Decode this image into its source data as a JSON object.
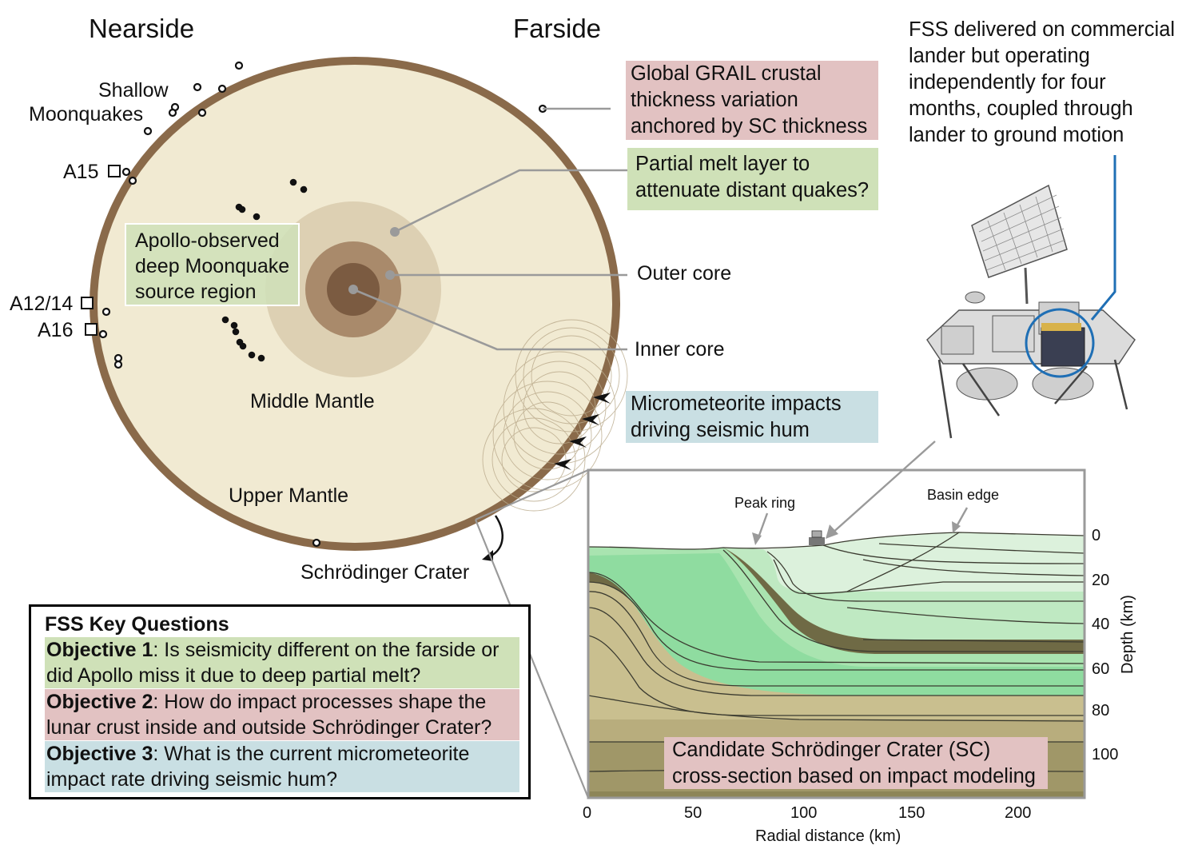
{
  "headings": {
    "nearside": "Nearside",
    "farside": "Farside"
  },
  "moon_labels": {
    "shallow_moonquakes": "Shallow\nMoonquakes",
    "shallow_line1": "Shallow",
    "shallow_line2": "Moonquakes",
    "a15": "A15",
    "a12_14": "A12/14",
    "a16": "A16",
    "deep_region_line1": "Apollo-observed",
    "deep_region_line2": "deep Moonquake",
    "deep_region_line3": "source region",
    "middle_mantle": "Middle Mantle",
    "upper_mantle": "Upper Mantle",
    "schrodinger_crater": "Schrödinger Crater",
    "outer_core": "Outer core",
    "inner_core": "Inner core"
  },
  "callouts": {
    "grail": [
      "Global GRAIL crustal",
      "thickness variation",
      "anchored by SC thickness"
    ],
    "partial_melt": [
      "Partial melt layer to",
      "attenuate distant quakes?"
    ],
    "micrometeorite": [
      "Micrometeorite impacts",
      "driving seismic hum"
    ]
  },
  "lander_text": [
    "FSS delivered on commercial",
    "lander but operating",
    "independently for four",
    "months, coupled through",
    "lander to ground motion"
  ],
  "key_questions": {
    "title": "FSS Key Questions",
    "objectives": [
      {
        "label": "Objective 1",
        "text_line1": ": Is seismicity different on the farside or",
        "text_line2": "did Apollo miss it due to deep partial melt?",
        "color": "#cfe1b8"
      },
      {
        "label": "Objective 2",
        "text_line1": ": How do impact processes shape the",
        "text_line2": "lunar crust inside and outside Schrödinger Crater?",
        "color": "#e2c2c2"
      },
      {
        "label": "Objective 3",
        "text_line1": ": What is the current micrometeorite",
        "text_line2": "impact rate driving seismic hum?",
        "color": "#c9dfe3"
      }
    ]
  },
  "cross_section": {
    "peak_ring": "Peak ring",
    "basin_edge": "Basin edge",
    "caption_line1": "Candidate Schrödinger Crater (SC)",
    "caption_line2": "cross-section based on impact modeling",
    "xlabel": "Radial distance (km)",
    "ylabel": "Depth (km)",
    "x_ticks": [
      "0",
      "50",
      "100",
      "150",
      "200"
    ],
    "y_ticks": [
      "0",
      "20",
      "40",
      "60",
      "80",
      "100"
    ]
  },
  "colors": {
    "moon_fill": "#f1ead2",
    "crust": "#8a6a4a",
    "outer_core": "#a98a6b",
    "inner_core": "#7a5a40",
    "partial_melt": "#dccfb2",
    "callout_blue_line": "#1f6fb5"
  }
}
